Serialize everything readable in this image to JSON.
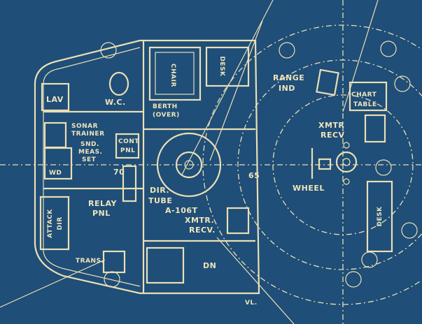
{
  "title": "Submarine conning tower blueprint",
  "colors": {
    "background": "#1f4e78",
    "ink": "#eadfb4"
  },
  "labels": {
    "lav": "LAV",
    "wc": "W.C.",
    "chair": "CHAIR",
    "desk_top": "DESK",
    "berth": "BERTH",
    "berth_over": "(OVER)",
    "range_ind_1": "RANGE",
    "range_ind_2": "IND",
    "chart_table_1": "CHART",
    "chart_table_2": "TABLE",
    "sonar_trainer_1": "SONAR",
    "sonar_trainer_2": "TRAINER",
    "snd_meas_1": "SND.",
    "snd_meas_2": "MEAS.",
    "snd_meas_3": "SET",
    "cont_pnl_1": "CONT",
    "cont_pnl_2": "PNL",
    "wd": "WD",
    "frame_70": "70",
    "frame_65": "65",
    "xmtr_recv_1": "XMTR",
    "xmtr_recv_2": "RECV",
    "wheel": "WHEEL",
    "dir_tube_1": "DIR.",
    "dir_tube_2": "TUBE",
    "a106t_1": "A-106T",
    "a106t_2": "XMTR.",
    "a106t_3": "RECV.",
    "relay_pnl_1": "RELAY",
    "relay_pnl_2": "PNL",
    "attack_dir_1": "ATTACK",
    "attack_dir_2": "DIR",
    "trans": "TRANS.",
    "dn": "DN",
    "vl": "VL.",
    "desk_right": "DESK"
  }
}
